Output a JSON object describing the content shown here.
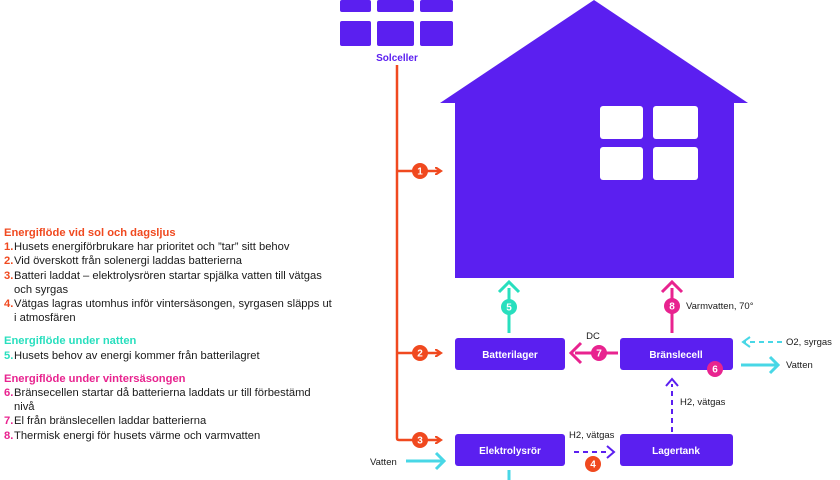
{
  "colors": {
    "purple": "#5b1ff0",
    "orange": "#f0491f",
    "mint": "#28dfbe",
    "pink": "#e8238f",
    "cyan": "#48d7e6",
    "white": "#ffffff",
    "text": "#1a1a1a"
  },
  "diagram": {
    "solar_label": "Solceller",
    "nodes": {
      "battery": "Batterilager",
      "fuelcell": "Bränslecell",
      "electrolyzer": "Elektrolysrör",
      "tank": "Lagertank"
    },
    "labels": {
      "dc": "DC",
      "o2": "O2, syrgas",
      "water_out": "Vatten",
      "water_in": "Vatten",
      "hot_water": "Varmvatten, 70°",
      "h2_up": "H2, vätgas",
      "h2_right": "H2, vätgas"
    },
    "badges": {
      "b1": "1",
      "b2": "2",
      "b3": "3",
      "b4": "4",
      "b5": "5",
      "b6": "6",
      "b7": "7",
      "b8": "8"
    }
  },
  "legend": {
    "sun": {
      "title": "Energiflöde vid sol och dagsljus",
      "items": [
        {
          "num": "1.",
          "text": "Husets energiförbrukare har prioritet och ”tar” sitt behov"
        },
        {
          "num": "2.",
          "text": "Vid överskott från solenergi laddas batterierna"
        },
        {
          "num": "3.",
          "text": "Batteri laddat – elektrolysrören startar spjälka vatten till vätgas och syrgas"
        },
        {
          "num": "4.",
          "text": "Vätgas lagras utomhus inför vintersäsongen, syrgasen släpps ut i atmosfären"
        }
      ]
    },
    "night": {
      "title": "Energiflöde under natten",
      "items": [
        {
          "num": "5.",
          "text": "Husets behov av energi kommer från batterilagret"
        }
      ]
    },
    "winter": {
      "title": "Energiflöde under vintersäsongen",
      "items": [
        {
          "num": "6.",
          "text": "Bränsecellen startar då batterierna laddats ur till förbestämd nivå"
        },
        {
          "num": "7.",
          "text": "El från bränslecellen laddar batterierna"
        },
        {
          "num": "8.",
          "text": "Thermisk energi för husets värme och varmvatten"
        }
      ]
    }
  }
}
